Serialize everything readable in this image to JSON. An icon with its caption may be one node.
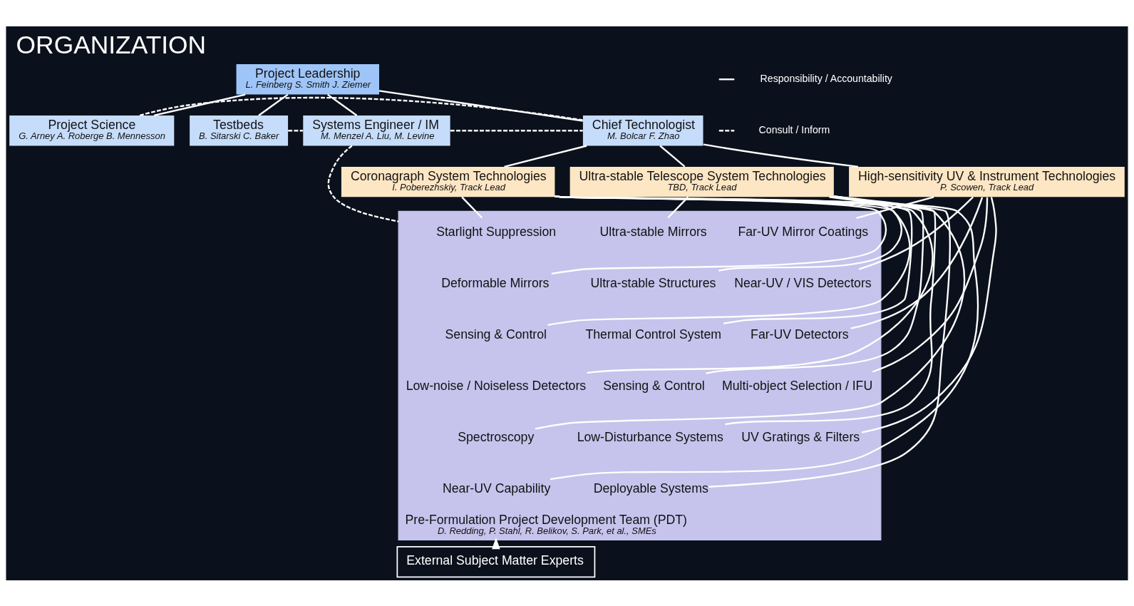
{
  "diagram": {
    "title": "ORGANIZATION",
    "nodes": [
      {
        "text": [
          "Project Leadership",
          "L. Feinberg S. Smith J. Ziemer"
        ]
      },
      {
        "text": [
          "Project Science",
          "G. Arney A. Roberge B. Mennesson"
        ]
      },
      {
        "text": [
          "Testbeds",
          "B. Sitarski C. Baker"
        ]
      },
      {
        "text": [
          "Systems Engineer / IM",
          "M. Menzel A. Liu, M. Levine"
        ]
      },
      {
        "text": [
          "Chief Technologist",
          "M. Bolcar F. Zhao"
        ]
      },
      {
        "text": [
          "Coronagraph System Technologies",
          "I. Poberezhskiy, Track Lead"
        ]
      },
      {
        "text": [
          "Ultra-stable Telescope System Technologies",
          "TBD, Track Lead"
        ]
      },
      {
        "text": [
          "High-sensitivity UV & Instrument Technologies",
          "P. Scowen, Track Lead"
        ]
      },
      {
        "text": [
          "Pre-Formulation Project Development Team (PDT)",
          "D. Redding, P. Stahl, R. Belikov, S. Park, et al., SMEs"
        ]
      },
      {
        "text": [
          "Starlight Suppression"
        ],
        "in": 8
      },
      {
        "text": [
          "Deformable Mirrors"
        ],
        "in": 8
      },
      {
        "text": [
          "Sensing & Control"
        ],
        "in": 8
      },
      {
        "text": [
          "Low-noise / Noiseless Detectors"
        ],
        "in": 8
      },
      {
        "text": [
          "Spectroscopy"
        ],
        "in": 8
      },
      {
        "text": [
          "Near-UV Capability"
        ],
        "in": 8
      },
      {
        "text": [
          "Ultra-stable Mirrors"
        ],
        "in": 8
      },
      {
        "text": [
          "Ultra-stable Structures"
        ],
        "in": 8
      },
      {
        "text": [
          "Thermal Control System"
        ],
        "in": 8
      },
      {
        "text": [
          "Sensing & Control"
        ],
        "in": 8
      },
      {
        "text": [
          "Low-Disturbance Systems"
        ],
        "in": 8
      },
      {
        "text": [
          "Deployable Systems"
        ],
        "in": 8
      },
      {
        "text": [
          "Far-UV Mirror Coatings"
        ],
        "in": 8
      },
      {
        "text": [
          "Near-UV / VIS Detectors"
        ],
        "in": 8
      },
      {
        "text": [
          "Far-UV Detectors"
        ],
        "in": 8
      },
      {
        "text": [
          "Multi-object Selection / IFU"
        ],
        "in": 8
      },
      {
        "text": [
          "UV Gratings & Filters"
        ],
        "in": 8
      },
      {
        "text": [
          "External Subject Matter Experts"
        ]
      }
    ],
    "edges": [
      {
        "from": 0,
        "to": 1,
        "arrow": "none"
      },
      {
        "from": 0,
        "to": 2,
        "arrow": "none"
      },
      {
        "from": 0,
        "to": 3,
        "arrow": "none"
      },
      {
        "from": 0,
        "to": 4,
        "arrow": "none"
      },
      {
        "from": 2,
        "to": 3,
        "arrow": "none",
        "style": "dashed"
      },
      {
        "from": 3,
        "to": 4,
        "arrow": "none",
        "style": "dashed"
      },
      {
        "from": 4,
        "to": 1,
        "arrow": "none",
        "style": "dashed"
      },
      {
        "from": 4,
        "to": 5,
        "arrow": "none"
      },
      {
        "from": 4,
        "to": 6,
        "arrow": "none"
      },
      {
        "from": 4,
        "to": 7,
        "arrow": "none"
      },
      {
        "from": 3,
        "to": 8,
        "arrow": "none",
        "style": "dashed"
      },
      {
        "from": 5,
        "to": 9,
        "arrow": "none"
      },
      {
        "from": 5,
        "to": 10,
        "arrow": "none"
      },
      {
        "from": 5,
        "to": 11,
        "arrow": "none"
      },
      {
        "from": 5,
        "to": 12,
        "arrow": "none"
      },
      {
        "from": 5,
        "to": 13,
        "arrow": "none"
      },
      {
        "from": 5,
        "to": 14,
        "arrow": "none"
      },
      {
        "from": 6,
        "to": 15,
        "arrow": "none"
      },
      {
        "from": 6,
        "to": 16,
        "arrow": "none"
      },
      {
        "from": 6,
        "to": 17,
        "arrow": "none"
      },
      {
        "from": 6,
        "to": 18,
        "arrow": "none"
      },
      {
        "from": 6,
        "to": 19,
        "arrow": "none"
      },
      {
        "from": 6,
        "to": 20,
        "arrow": "none"
      },
      {
        "from": 7,
        "to": 21,
        "arrow": "none"
      },
      {
        "from": 7,
        "to": 22,
        "arrow": "none"
      },
      {
        "from": 7,
        "to": 23,
        "arrow": "none"
      },
      {
        "from": 7,
        "to": 24,
        "arrow": "none"
      },
      {
        "from": 7,
        "to": 25,
        "arrow": "none"
      },
      {
        "from": 26,
        "to": 8,
        "arrow": "to"
      }
    ],
    "legend": [
      {
        "text": "Responsibility / Accountability"
      },
      {
        "text": "Consult / Inform"
      }
    ]
  }
}
